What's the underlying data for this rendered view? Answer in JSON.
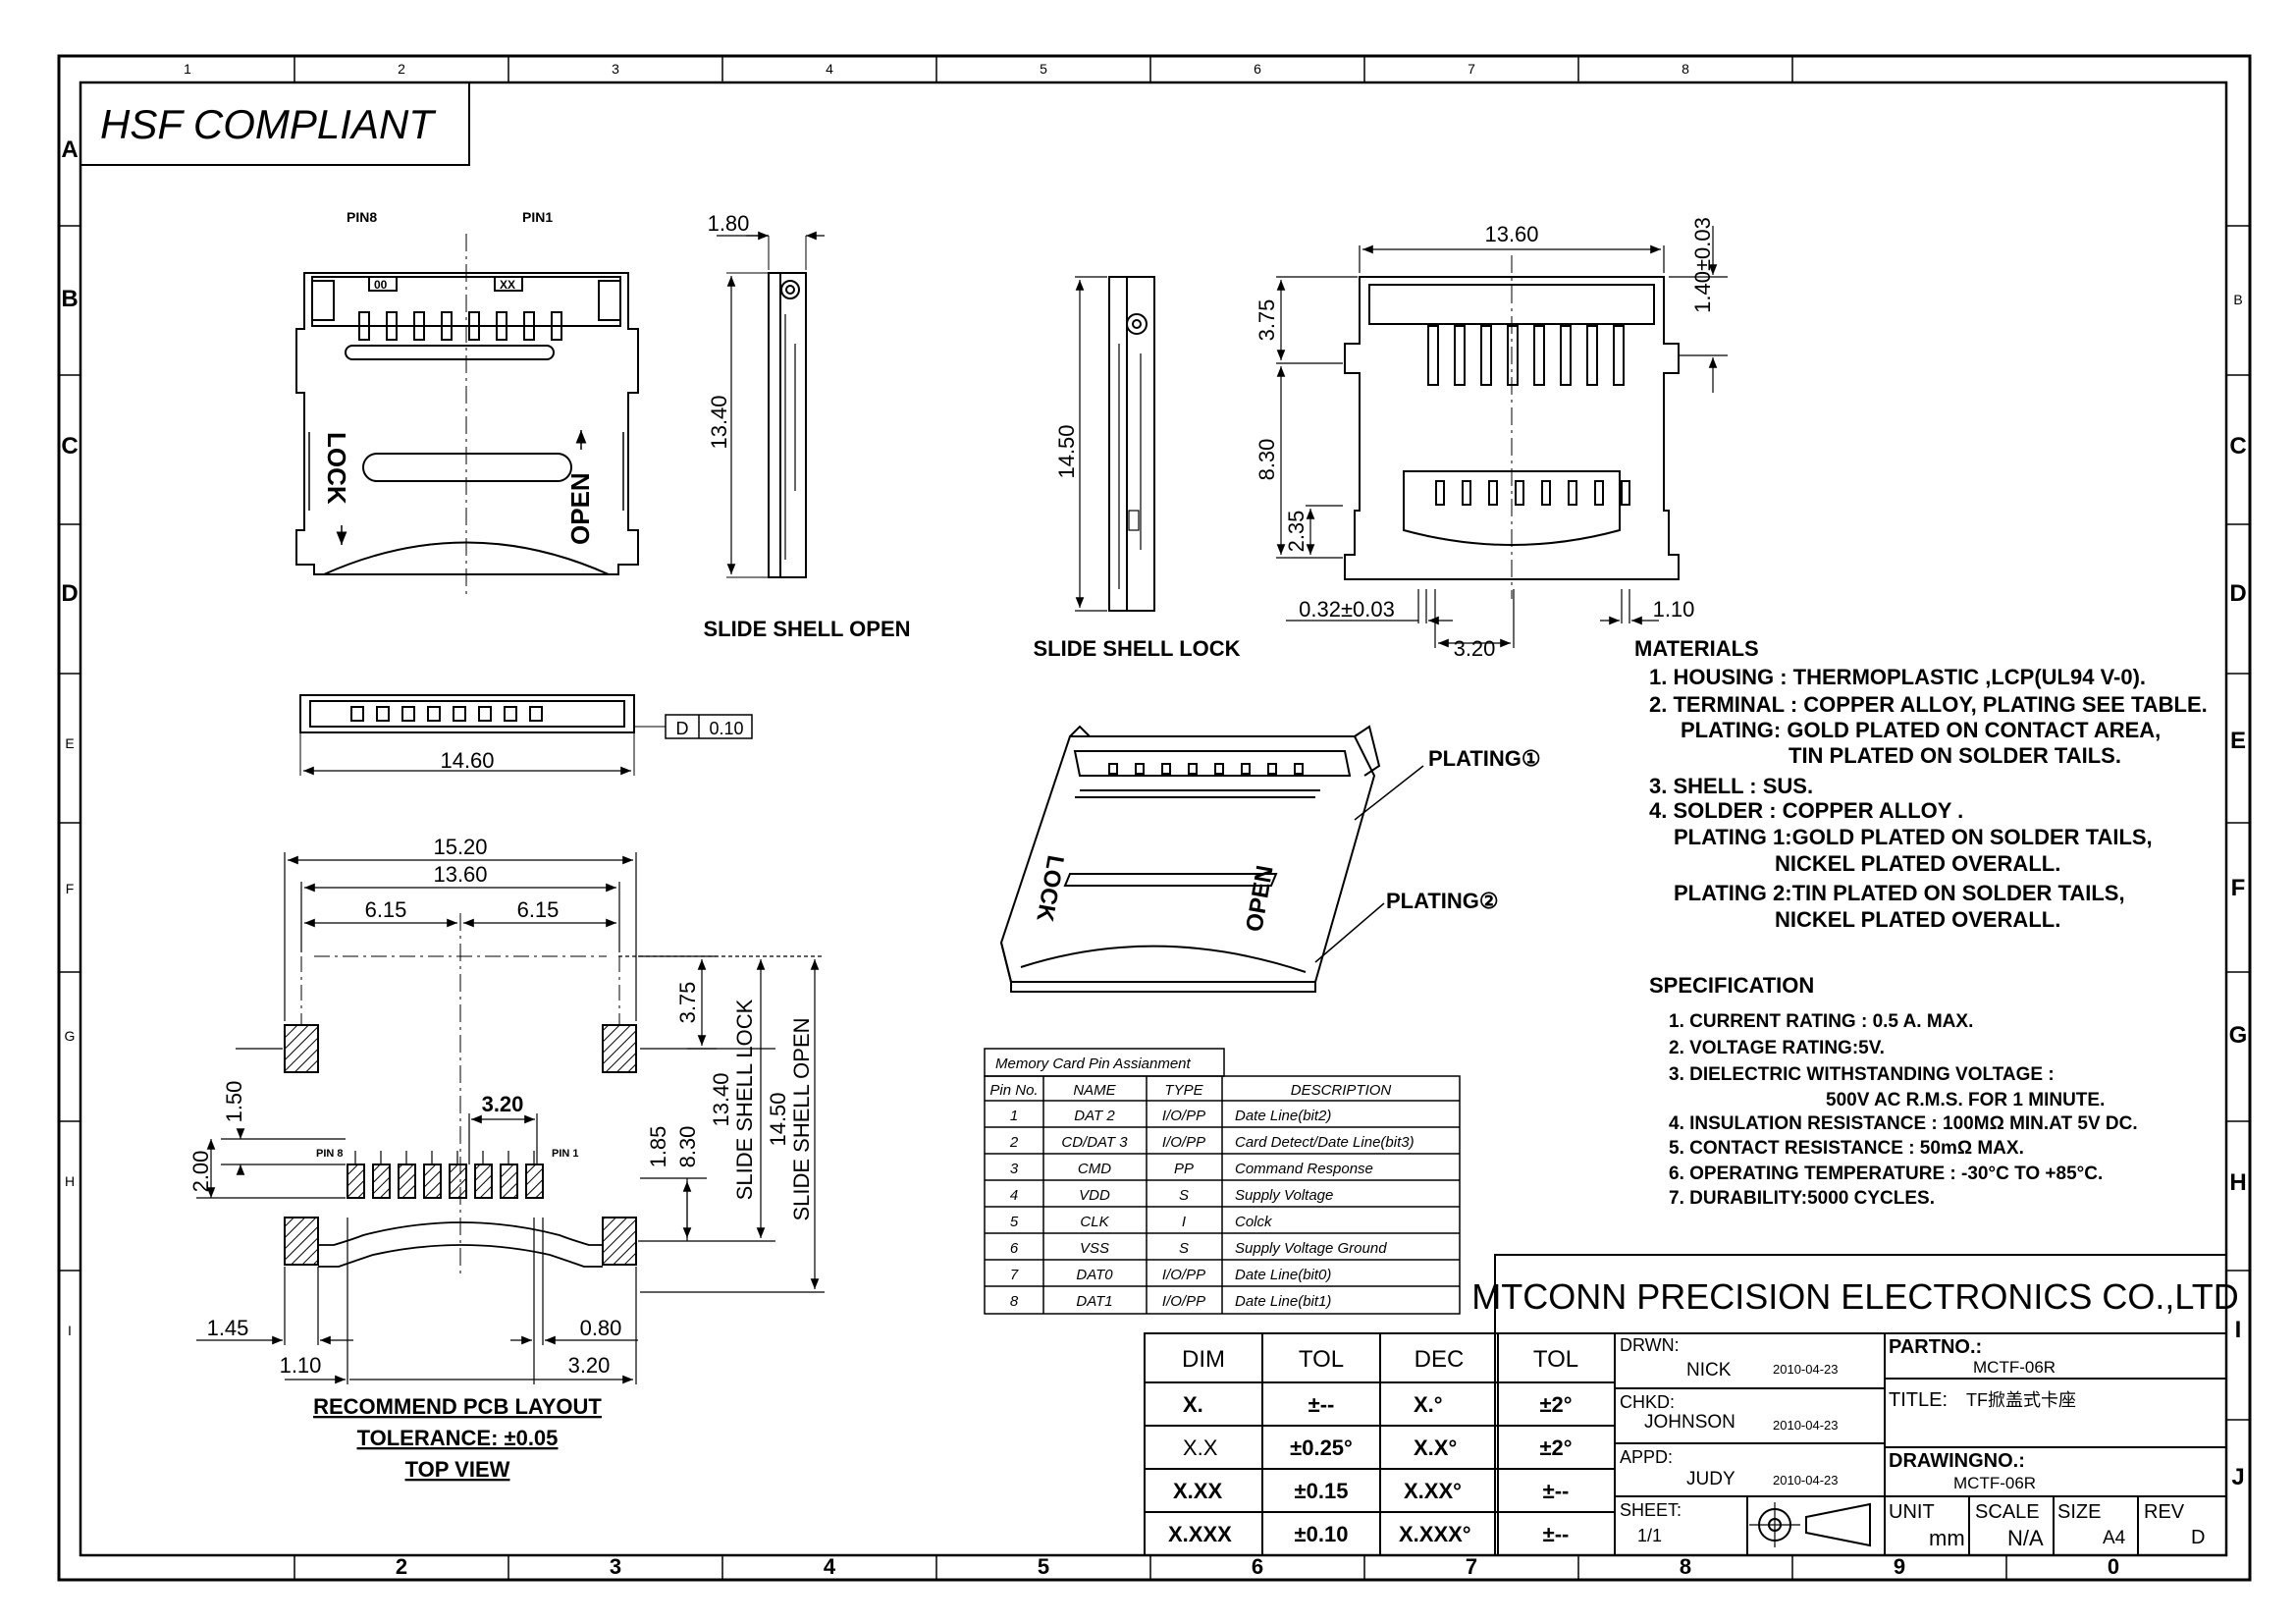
{
  "border": {
    "top_numbers": [
      "1",
      "2",
      "3",
      "4",
      "5",
      "6",
      "7",
      "8"
    ],
    "bottom_numbers": [
      "2",
      "3",
      "4",
      "5",
      "6",
      "7",
      "8",
      "9",
      "0"
    ],
    "left_letters": [
      "A",
      "B",
      "C",
      "D",
      "E",
      "F",
      "G",
      "H",
      "I"
    ],
    "right_letters": [
      "B",
      "C",
      "D",
      "E",
      "F",
      "G",
      "H",
      "I",
      "J"
    ]
  },
  "compliance": {
    "label": "HSF COMPLIANT"
  },
  "top_view": {
    "pin8": "PIN8",
    "pin1": "PIN1",
    "lock": "LOCK",
    "open": "OPEN",
    "marker_left": "00",
    "marker_right": "XX"
  },
  "side_open": {
    "width": "1.80",
    "length": "13.40",
    "caption": "SLIDE SHELL OPEN"
  },
  "side_lock": {
    "length": "14.50",
    "caption": "SLIDE SHELL LOCK"
  },
  "front_view": {
    "width": "14.60",
    "flatness_symbol": "D",
    "flatness": "0.10"
  },
  "lock_view": {
    "width": "13.60",
    "height_tol": "1.40±0.03",
    "dim_a": "3.75",
    "dim_b": "8.30",
    "dim_c": "2.35",
    "dim_d": "0.32±0.03",
    "dim_e": "3.20",
    "dim_f": "1.10"
  },
  "iso_view": {
    "plating1": "PLATING①",
    "plating2": "PLATING②"
  },
  "pcb": {
    "d1520": "15.20",
    "d1360": "13.60",
    "d615a": "6.15",
    "d615b": "6.15",
    "d375": "3.75",
    "d1340": "13.40",
    "lock_label": "SLIDE SHELL LOCK",
    "d1450": "14.50",
    "open_label": "SLIDE SHELL OPEN",
    "d150": "1.50",
    "d320": "3.20",
    "d200": "2.00",
    "d185": "1.85",
    "d830": "8.30",
    "pin8": "PIN 8",
    "pin1": "PIN 1",
    "d145": "1.45",
    "d110": "1.10",
    "d080": "0.80",
    "d320b": "3.20",
    "caption1": "RECOMMEND PCB LAYOUT",
    "caption2": "TOLERANCE: ±0.05",
    "caption3": "TOP VIEW"
  },
  "pin_table": {
    "title": "Memory Card Pin Assianment",
    "headers": [
      "Pin No.",
      "NAME",
      "TYPE",
      "DESCRIPTION"
    ],
    "rows": [
      [
        "1",
        "DAT 2",
        "I/O/PP",
        "Date Line(bit2)"
      ],
      [
        "2",
        "CD/DAT 3",
        "I/O/PP",
        "Card Detect/Date Line(bit3)"
      ],
      [
        "3",
        "CMD",
        "PP",
        "Command Response"
      ],
      [
        "4",
        "VDD",
        "S",
        "Supply Voltage"
      ],
      [
        "5",
        "CLK",
        "I",
        "Colck"
      ],
      [
        "6",
        "VSS",
        "S",
        "Supply Voltage Ground"
      ],
      [
        "7",
        "DAT0",
        "I/O/PP",
        "Date Line(bit0)"
      ],
      [
        "8",
        "DAT1",
        "I/O/PP",
        "Date Line(bit1)"
      ]
    ]
  },
  "materials": {
    "title": "MATERIALS",
    "lines": [
      "1. HOUSING : THERMOPLASTIC ,LCP(UL94 V-0).",
      "2. TERMINAL : COPPER ALLOY, PLATING SEE TABLE.",
      "PLATING: GOLD PLATED ON CONTACT AREA,",
      "TIN PLATED ON SOLDER TAILS.",
      "3. SHELL : SUS.",
      "4. SOLDER : COPPER ALLOY .",
      "PLATING 1:GOLD PLATED ON SOLDER TAILS,",
      "NICKEL PLATED OVERALL.",
      "PLATING 2:TIN PLATED ON SOLDER TAILS,",
      "NICKEL PLATED OVERALL."
    ]
  },
  "specification": {
    "title": "SPECIFICATION",
    "lines": [
      "1. CURRENT RATING : 0.5 A. MAX.",
      "2. VOLTAGE RATING:5V.",
      "3. DIELECTRIC WITHSTANDING VOLTAGE :",
      "500V AC R.M.S. FOR 1 MINUTE.",
      "4. INSULATION RESISTANCE : 100MΩ MIN.AT 5V DC.",
      "5. CONTACT RESISTANCE : 50mΩ MAX.",
      "6. OPERATING TEMPERATURE : -30°C TO +85°C.",
      "7. DURABILITY:5000 CYCLES."
    ]
  },
  "title_block": {
    "company": "MTCONN PRECISION ELECTRONICS CO.,LTD",
    "tol_headers": [
      "DIM",
      "TOL",
      "DEC",
      "TOL"
    ],
    "tol_rows": [
      [
        "X.",
        "±--",
        "X.°",
        "±2°"
      ],
      [
        "X.X",
        "±0.25°",
        "X.X°",
        "±2°"
      ],
      [
        "X.XX",
        "±0.15",
        "X.XX°",
        "±--"
      ],
      [
        "X.XXX",
        "±0.10",
        "X.XXX°",
        "±--"
      ]
    ],
    "drwn_label": "DRWN:",
    "drwn_name": "NICK",
    "drwn_date": "2010-04-23",
    "chkd_label": "CHKD:",
    "chkd_name": "JOHNSON",
    "chkd_date": "2010-04-23",
    "appd_label": "APPD:",
    "appd_name": "JUDY",
    "appd_date": "2010-04-23",
    "sheet_label": "SHEET:",
    "sheet_value": "1/1",
    "partno_label": "PARTNO.:",
    "partno_value": "MCTF-06R",
    "title_label": "TITLE:",
    "title_value": "TF掀盖式卡座",
    "drawingno_label": "DRAWINGNO.:",
    "drawingno_value": "MCTF-06R",
    "unit_label": "UNIT",
    "unit_value": "mm",
    "scale_label": "SCALE",
    "scale_value": "N/A",
    "size_label": "SIZE",
    "size_value": "A4",
    "rev_label": "REV",
    "rev_value": "D"
  }
}
